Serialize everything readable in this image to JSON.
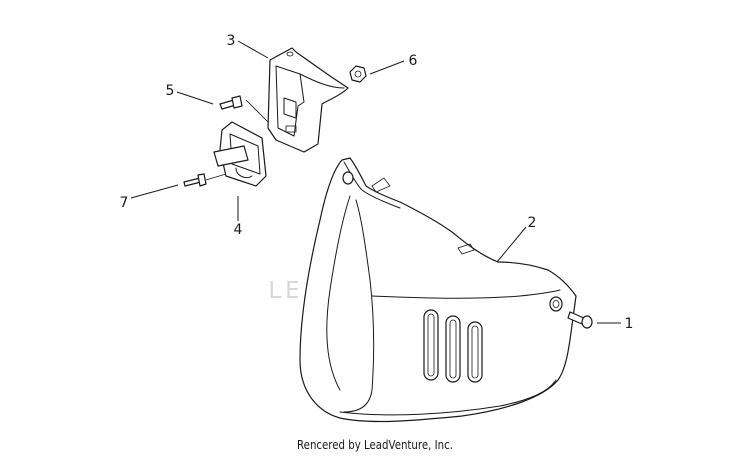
{
  "watermark": {
    "text": "LEADVENTURE"
  },
  "callouts": [
    {
      "id": "1",
      "label": "1"
    },
    {
      "id": "2",
      "label": "2"
    },
    {
      "id": "3",
      "label": "3"
    },
    {
      "id": "4",
      "label": "4"
    },
    {
      "id": "5",
      "label": "5"
    },
    {
      "id": "6",
      "label": "6"
    },
    {
      "id": "7",
      "label": "7"
    }
  ],
  "footer": {
    "credit": "Rencered by LeadVenture, Inc."
  }
}
